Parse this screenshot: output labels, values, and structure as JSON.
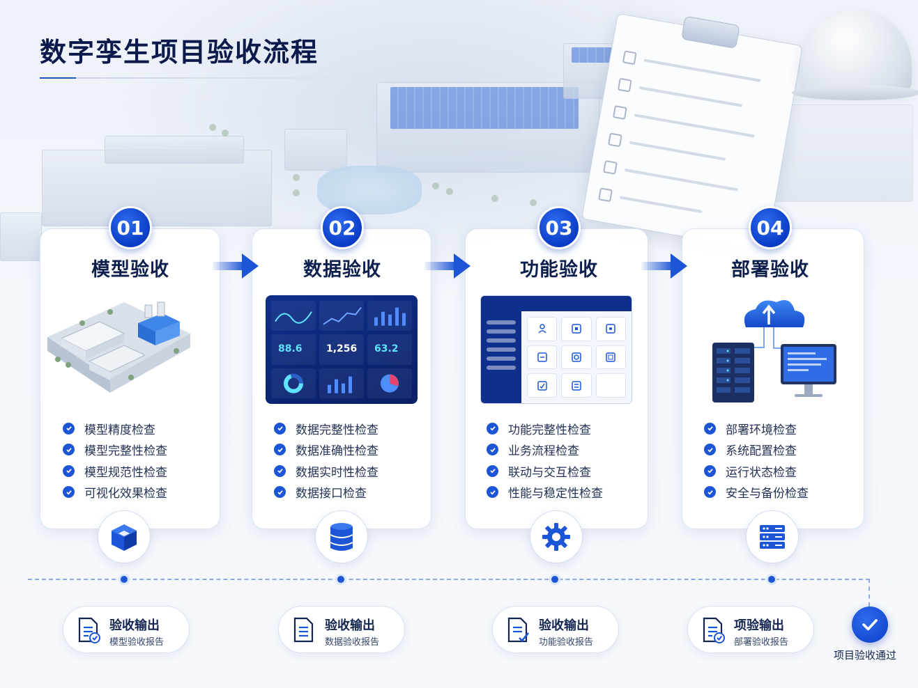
{
  "title": "数字孪生项目验收流程",
  "colors": {
    "primary": "#1c55d6",
    "dark_blue": "#0a3cc6",
    "title_text": "#0b1a4a"
  },
  "stages": [
    {
      "number": "01",
      "title": "模型验收",
      "illustration": "factory-3d-model",
      "checks": [
        "模型精度检查",
        "模型完整性检查",
        "模型规范性检查",
        "可视化效果检查"
      ],
      "icon": "cube-icon"
    },
    {
      "number": "02",
      "title": "数据验收",
      "illustration": "data-dashboard",
      "dashboard_values": [
        "88.6",
        "1,256",
        "63.2"
      ],
      "checks": [
        "数据完整性检查",
        "数据准确性检查",
        "数据实时性检查",
        "数据接口检查"
      ],
      "icon": "database-icon"
    },
    {
      "number": "03",
      "title": "功能验收",
      "illustration": "application-ui",
      "checks": [
        "功能完整性检查",
        "业务流程检查",
        "联动与交互检查",
        "性能与稳定性检查"
      ],
      "icon": "gear-icon"
    },
    {
      "number": "04",
      "title": "部署验收",
      "illustration": "cloud-server-deployment",
      "checks": [
        "部署环境检查",
        "系统配置检查",
        "运行状态检查",
        "安全与备份检查"
      ],
      "icon": "server-icon"
    }
  ],
  "outputs": [
    {
      "title": "验收输出",
      "subtitle": "模型验收报告"
    },
    {
      "title": "验收输出",
      "subtitle": "数据验收报告"
    },
    {
      "title": "验收输出",
      "subtitle": "功能验收报告"
    },
    {
      "title": "项验输出",
      "subtitle": "部署验收报告"
    }
  ],
  "final": {
    "label": "项目验收通过",
    "icon": "check-circle-icon"
  }
}
